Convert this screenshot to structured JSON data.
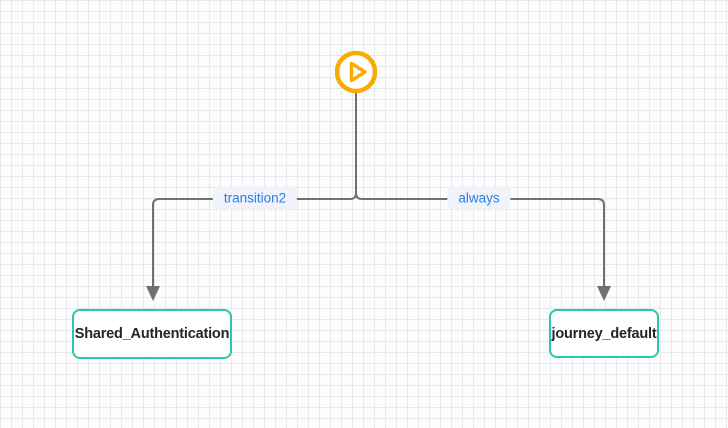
{
  "canvas": {
    "type": "journey-flow-editor",
    "start_node": {
      "icon": "play-icon"
    },
    "nodes": [
      {
        "label": "Shared_Authentication"
      },
      {
        "label": "journey_default"
      }
    ],
    "edges": [
      {
        "label": "transition2",
        "from": "start",
        "to": "Shared_Authentication"
      },
      {
        "label": "always",
        "from": "start",
        "to": "journey_default"
      }
    ]
  },
  "colors": {
    "start_node_accent": "#F9AC00",
    "node_border": "#2BC7AC",
    "node_text": "#22262A",
    "edge_line": "#707070",
    "edge_label_text": "#2B7CE5",
    "edge_label_bg": "#F0F4FA",
    "grid_line": "#E7E8EA",
    "canvas_bg": "#FCFCFD"
  }
}
